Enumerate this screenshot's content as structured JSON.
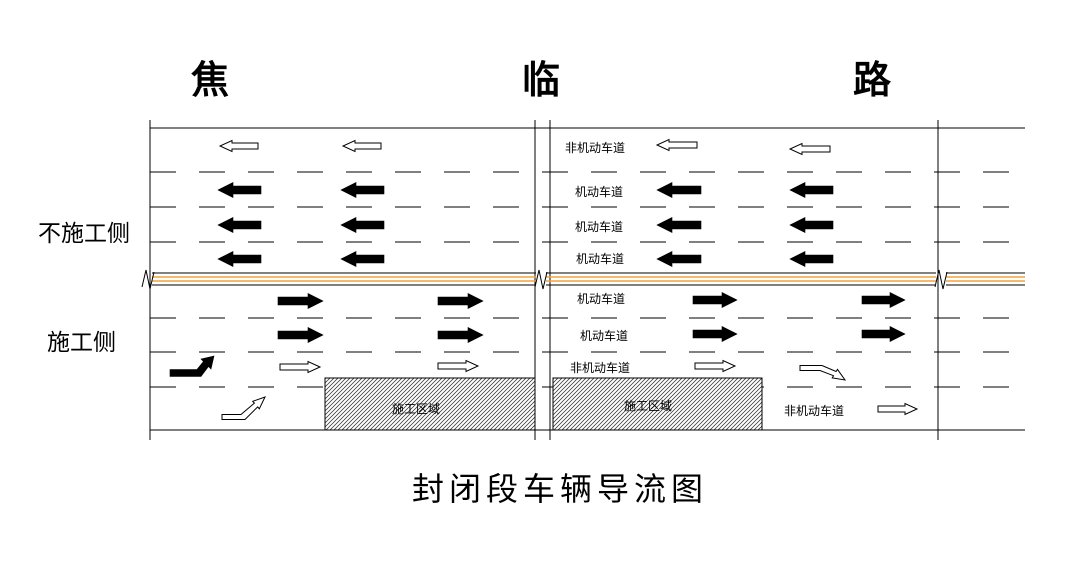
{
  "title": {
    "chars": [
      "焦",
      "临",
      "路"
    ]
  },
  "side_labels": {
    "non_construction": "不施工侧",
    "construction": "施工侧"
  },
  "lane_labels": {
    "upper": [
      "非机动车道",
      "机动车道",
      "机动车道",
      "机动车道"
    ],
    "lower": [
      "机动车道",
      "机动车道",
      "非机动车道",
      "非机动车道"
    ]
  },
  "construction_zones": [
    "施工区域",
    "施工区域"
  ],
  "caption": "封闭段车辆导流图",
  "colors": {
    "ink": "#000000",
    "median": "#f2a33a",
    "background": "#ffffff"
  }
}
